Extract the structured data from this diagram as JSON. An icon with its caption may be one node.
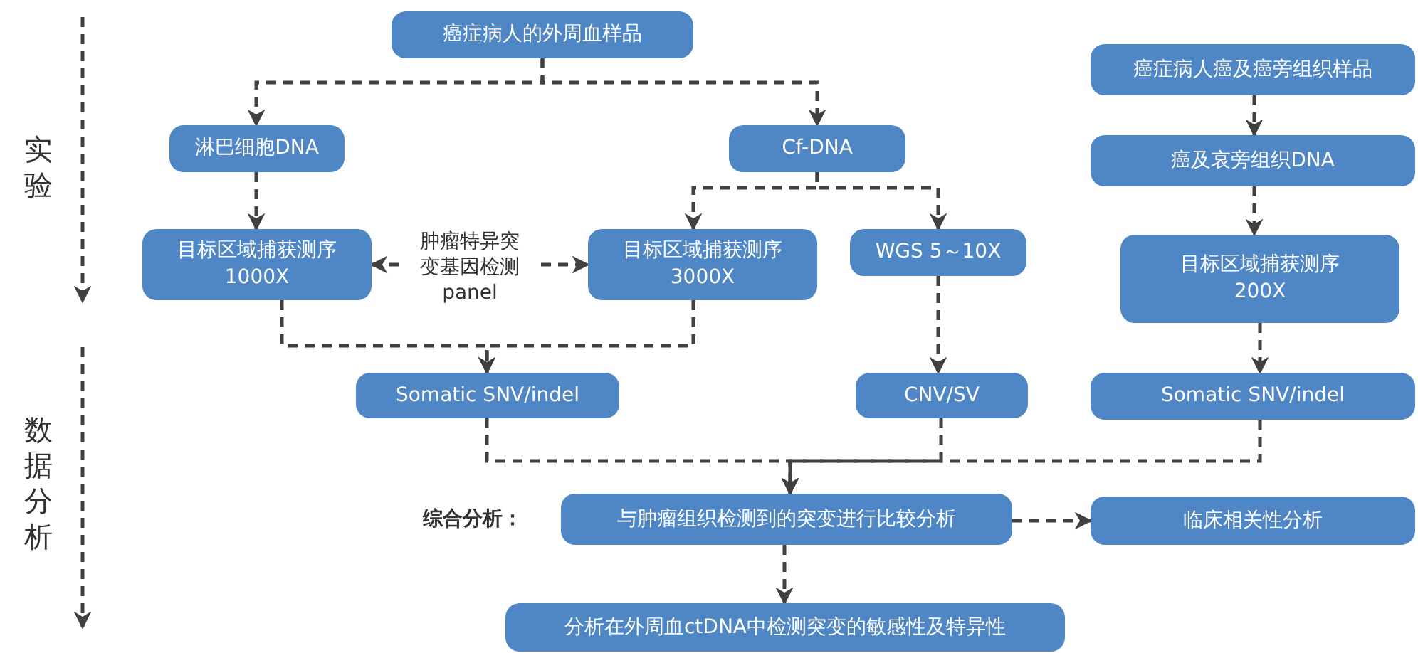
{
  "diagram": {
    "nodes": [
      {
        "text": [
          "癌症病人的外周血样品"
        ]
      },
      {
        "text": [
          "淋巴细胞DNA"
        ]
      },
      {
        "text": [
          "Cf-DNA"
        ]
      },
      {
        "text": [
          "目标区域捕获测序1000X"
        ]
      },
      {
        "text": [
          "肿瘤特异突变基因检测panel"
        ]
      },
      {
        "text": [
          "目标区域捕获测序3000X"
        ]
      },
      {
        "text": [
          "WGS 5～10X"
        ]
      },
      {
        "text": [
          "癌症病人癌及癌旁组织样品"
        ]
      },
      {
        "text": [
          "癌及哀旁组织DNA"
        ]
      },
      {
        "text": [
          "目标区域捕获测序200X"
        ]
      },
      {
        "text": [
          "Somatic SNV/indel"
        ]
      },
      {
        "text": [
          "CNV/SV"
        ]
      },
      {
        "text": [
          "Somatic SNV/indel"
        ]
      },
      {
        "text": [
          "与肿瘤组织检测到的突变进行比较分析"
        ]
      },
      {
        "text": [
          "临床相关性分析"
        ]
      },
      {
        "text": [
          "分析在外周血ctDNA中检测突变的敏感性及特异性"
        ]
      }
    ],
    "edges": [
      {
        "from": 0,
        "to": 1,
        "arrow": "to"
      },
      {
        "from": 0,
        "to": 2,
        "arrow": "to"
      },
      {
        "from": 1,
        "to": 3,
        "arrow": "to"
      },
      {
        "from": 2,
        "to": 5,
        "arrow": "to"
      },
      {
        "from": 2,
        "to": 6,
        "arrow": "to"
      },
      {
        "from": 4,
        "to": 3,
        "arrow": "to"
      },
      {
        "from": 4,
        "to": 5,
        "arrow": "to"
      },
      {
        "from": 7,
        "to": 8,
        "arrow": "to"
      },
      {
        "from": 8,
        "to": 9,
        "arrow": "to"
      },
      {
        "from": 3,
        "to": 10,
        "arrow": "to"
      },
      {
        "from": 5,
        "to": 10,
        "arrow": "to"
      },
      {
        "from": 6,
        "to": 11,
        "arrow": "to"
      },
      {
        "from": 9,
        "to": 12,
        "arrow": "to"
      },
      {
        "from": 10,
        "to": 13,
        "arrow": "to"
      },
      {
        "from": 11,
        "to": 13,
        "arrow": "to"
      },
      {
        "from": 12,
        "to": 13,
        "arrow": "to"
      },
      {
        "from": 13,
        "to": 14,
        "arrow": "to"
      },
      {
        "from": 13,
        "to": 15,
        "arrow": "to"
      }
    ],
    "labels": [
      "实验",
      "数据分析",
      "综合分析："
    ]
  }
}
